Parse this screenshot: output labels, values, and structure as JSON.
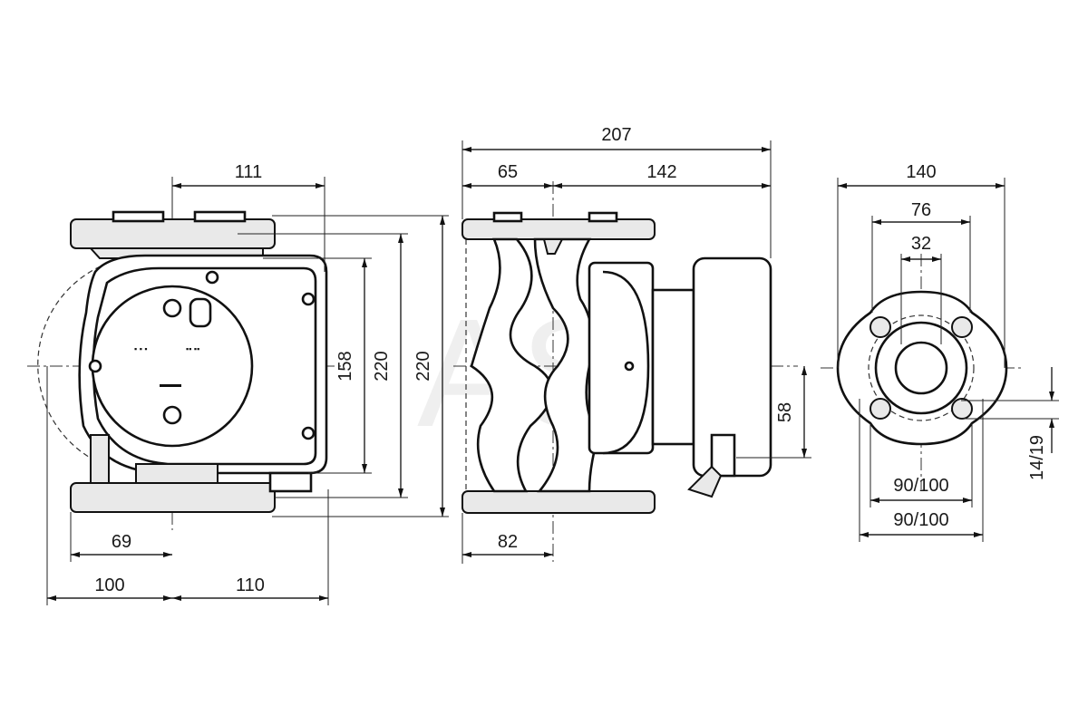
{
  "watermark": "AS",
  "front_view": {
    "dims": {
      "top_width": "111",
      "height_outer": "220",
      "height_mid": "220",
      "height_inner": "158",
      "left_offset": "69",
      "bottom_left": "100",
      "bottom_right": "110"
    }
  },
  "side_view": {
    "dims": {
      "total_length": "207",
      "left_length": "65",
      "right_length": "142",
      "bottom_length": "82",
      "motor_offset": "58"
    }
  },
  "flange_view": {
    "dims": {
      "outer": "140",
      "bolt_circle": "76",
      "bore": "32",
      "pcd_upper": "90/100",
      "pcd_lower": "90/100",
      "hole_size": "14/19"
    }
  }
}
